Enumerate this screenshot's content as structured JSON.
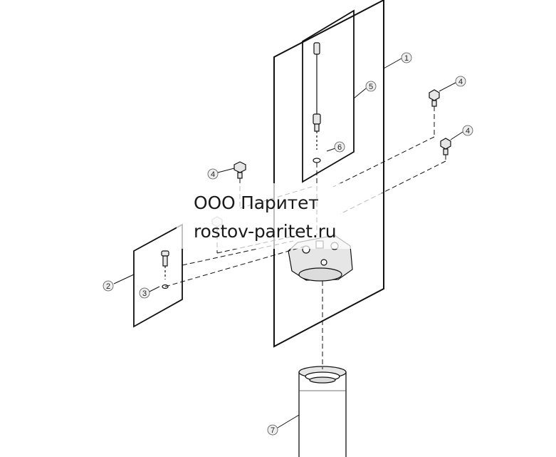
{
  "watermark": {
    "company": "ООО Паритет",
    "website": "rostov-paritet.ru"
  },
  "callouts": {
    "c1": "1",
    "c2": "2",
    "c3": "3",
    "c4a": "4",
    "c4b": "4",
    "c4c": "4",
    "c5": "5",
    "c6": "6",
    "c7": "7"
  },
  "colors": {
    "line": "#111111",
    "part_fill": "#e6e6e6",
    "callout_fill": "#eeeeee"
  }
}
